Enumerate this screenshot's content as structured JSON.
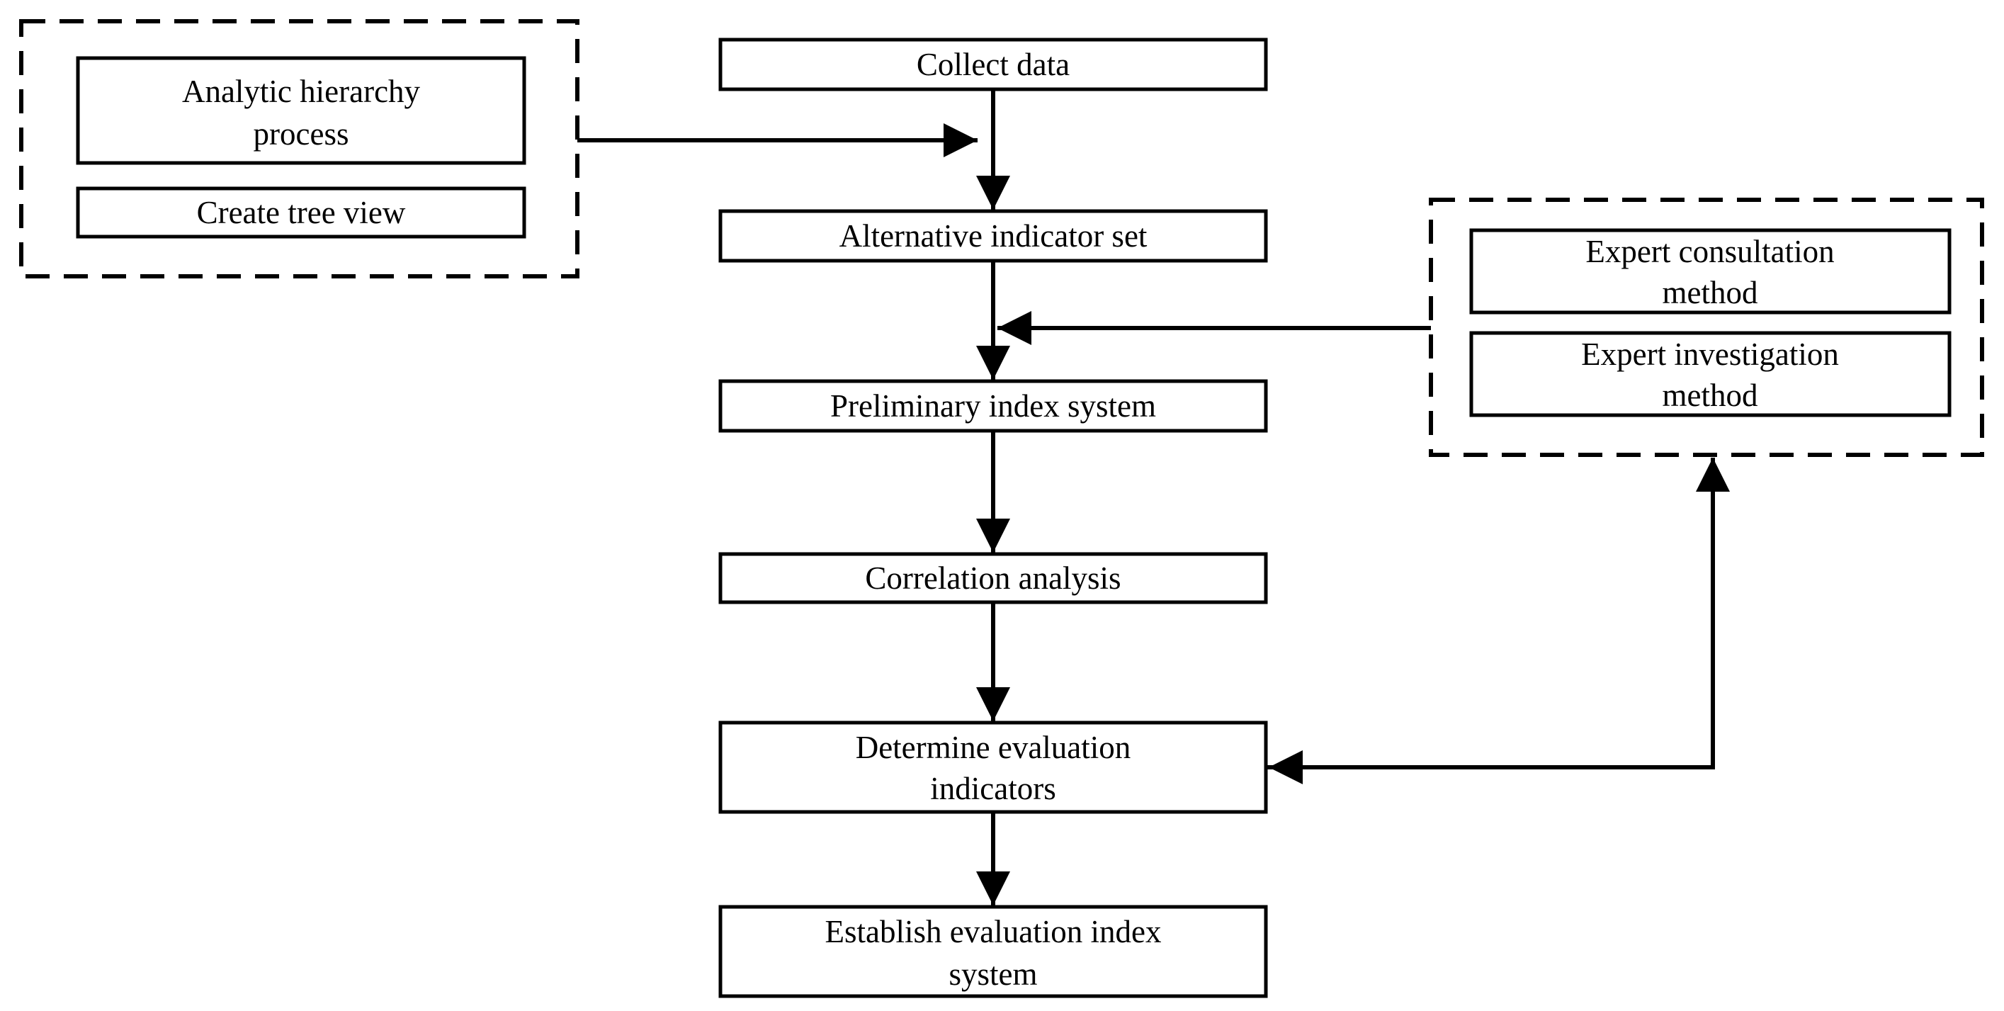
{
  "diagram": {
    "left_group": {
      "node_ahp": {
        "lines": [
          "Analytic hierarchy",
          "process"
        ]
      },
      "node_tree": {
        "lines": [
          "Create tree view"
        ]
      }
    },
    "main_flow": {
      "node_collect": {
        "lines": [
          "Collect data"
        ]
      },
      "node_alternative": {
        "lines": [
          "Alternative indicator set"
        ]
      },
      "node_preliminary": {
        "lines": [
          "Preliminary index system"
        ]
      },
      "node_correlation": {
        "lines": [
          "Correlation analysis"
        ]
      },
      "node_determine": {
        "lines": [
          "Determine evaluation",
          "indicators"
        ]
      },
      "node_establish": {
        "lines": [
          "Establish evaluation index",
          "system"
        ]
      }
    },
    "right_group": {
      "node_consultation": {
        "lines": [
          "Expert consultation",
          "method"
        ]
      },
      "node_investigation": {
        "lines": [
          "Expert investigation",
          "method"
        ]
      }
    }
  }
}
